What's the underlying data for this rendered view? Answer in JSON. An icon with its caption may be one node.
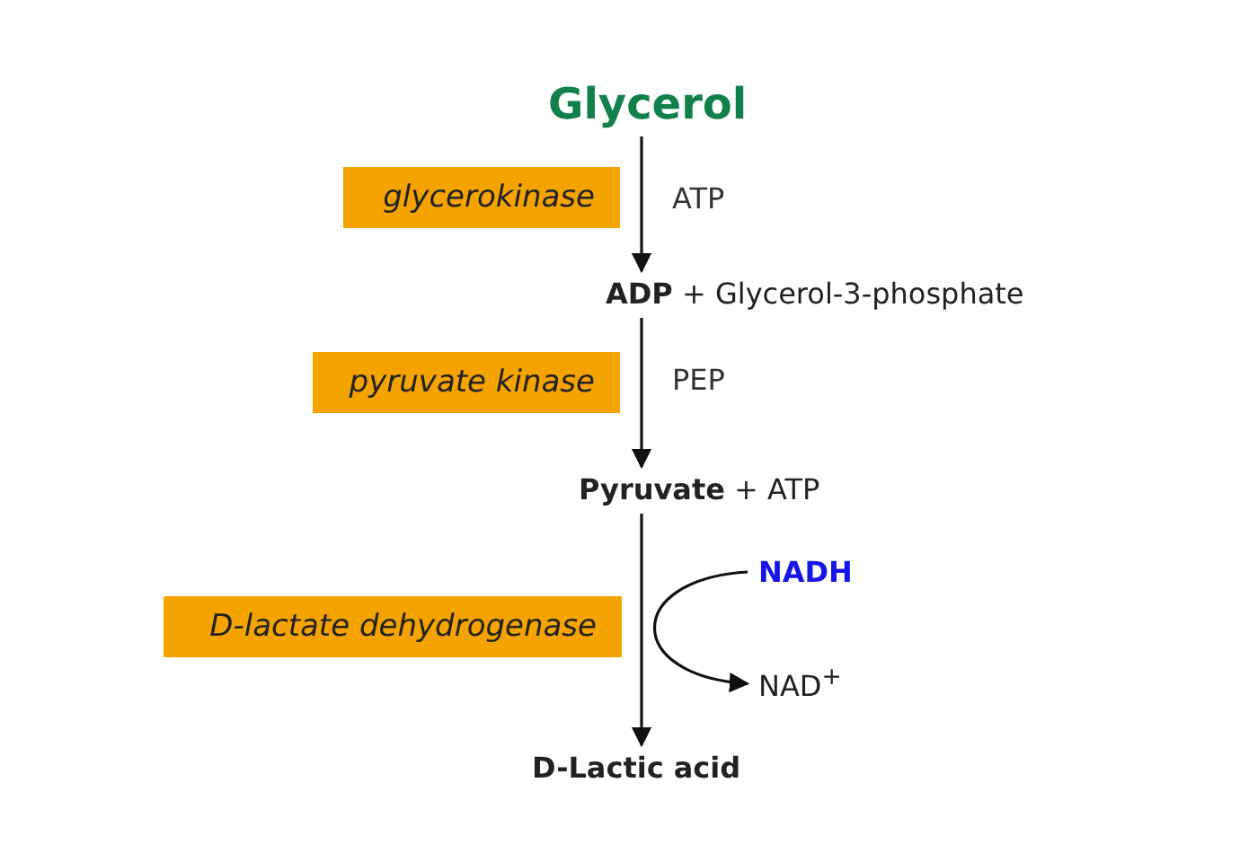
{
  "diagram": {
    "nodes": [
      {
        "text": [
          "Glycerol"
        ]
      },
      {
        "text": [
          "glycerokinase"
        ]
      },
      {
        "text": [
          "**ADP** + Glycerol-3-phosphate"
        ]
      },
      {
        "text": [
          "pyruvate kinase"
        ]
      },
      {
        "text": [
          "**Pyruvate** + ATP"
        ]
      },
      {
        "text": [
          "NADH"
        ]
      },
      {
        "text": [
          "D-lactate dehydrogenase"
        ]
      },
      {
        "text": [
          "NAD$^{+}$"
        ]
      },
      {
        "text": [
          "D-Lactic acid"
        ]
      }
    ],
    "edges": [
      {
        "from": 0,
        "to": 2,
        "arrow": "to",
        "label": "ATP"
      },
      {
        "from": 2,
        "to": 4,
        "arrow": "to",
        "label": "PEP"
      },
      {
        "from": 4,
        "to": 8,
        "arrow": "to"
      },
      {
        "from": 5,
        "to": 7,
        "arrow": "to"
      }
    ]
  }
}
